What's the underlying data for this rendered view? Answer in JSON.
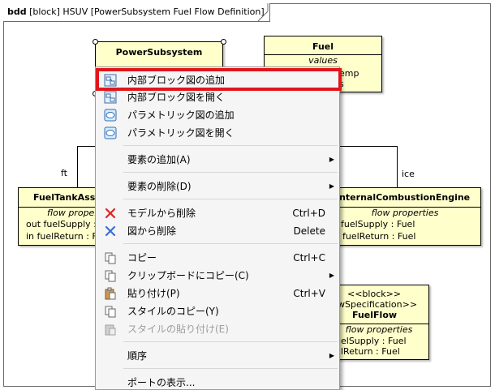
{
  "diagram": {
    "frame_kind": "bdd",
    "frame_name": "[block] HSUV [PowerSubsystem Fuel Flow Definition]",
    "blocks": {
      "power": {
        "name": "PowerSubsystem"
      },
      "fuel": {
        "name": "Fuel",
        "compartment": "values",
        "lines": [
          "emp",
          "s"
        ]
      },
      "tank": {
        "name": "FuelTankAsse",
        "compartment": "flow propertie",
        "lines": [
          "out  fuelSupply :",
          "in  fuelReturn : F"
        ]
      },
      "ice": {
        "name": "InternalCombustionEngine",
        "compartment": "flow properties",
        "lines": [
          "fuelSupply : Fuel",
          "fuelReturn : Fuel"
        ]
      },
      "flowspec": {
        "stereotype1": "<<block>>",
        "stereotype2": "wSpecification>>",
        "name": "FuelFlow",
        "compartment": "flow properties",
        "lines": [
          "elSupply : Fuel",
          "lReturn : Fuel"
        ]
      }
    },
    "roles": {
      "ft": "ft",
      "ice": "ice"
    }
  },
  "context_menu": {
    "items": [
      {
        "label": "内部ブロック図の追加",
        "icon": "ibd-add-icon",
        "shortcut": "",
        "submenu": false
      },
      {
        "label": "内部ブロック図を開く",
        "icon": "ibd-open-icon",
        "shortcut": "",
        "submenu": false
      },
      {
        "label": "パラメトリック図の追加",
        "icon": "parametric-add-icon",
        "shortcut": "",
        "submenu": false
      },
      {
        "label": "パラメトリック図を開く",
        "icon": "parametric-open-icon",
        "shortcut": "",
        "submenu": false
      },
      {
        "label": "要素の追加(A)",
        "icon": "",
        "shortcut": "",
        "submenu": true
      },
      {
        "label": "要素の削除(D)",
        "icon": "",
        "shortcut": "",
        "submenu": true
      },
      {
        "label": "モデルから削除",
        "icon": "delete-model-icon",
        "shortcut": "Ctrl+D",
        "submenu": false
      },
      {
        "label": "図から削除",
        "icon": "delete-diagram-icon",
        "shortcut": "Delete",
        "submenu": false
      },
      {
        "label": "コピー",
        "icon": "copy-icon",
        "shortcut": "Ctrl+C",
        "submenu": false
      },
      {
        "label": "クリップボードにコピー(C)",
        "icon": "copy-clipboard-icon",
        "shortcut": "",
        "submenu": true
      },
      {
        "label": "貼り付け(P)",
        "icon": "paste-icon",
        "shortcut": "Ctrl+V",
        "submenu": false
      },
      {
        "label": "スタイルのコピー(Y)",
        "icon": "copy-style-icon",
        "shortcut": "",
        "submenu": false
      },
      {
        "label": "スタイルの貼り付け(E)",
        "icon": "paste-style-icon",
        "shortcut": "",
        "submenu": false,
        "disabled": true
      },
      {
        "label": "順序",
        "icon": "",
        "shortcut": "",
        "submenu": true
      },
      {
        "label": "ポートの表示...",
        "icon": "",
        "shortcut": "",
        "submenu": false
      }
    ],
    "highlight_color": "#e0161a"
  }
}
